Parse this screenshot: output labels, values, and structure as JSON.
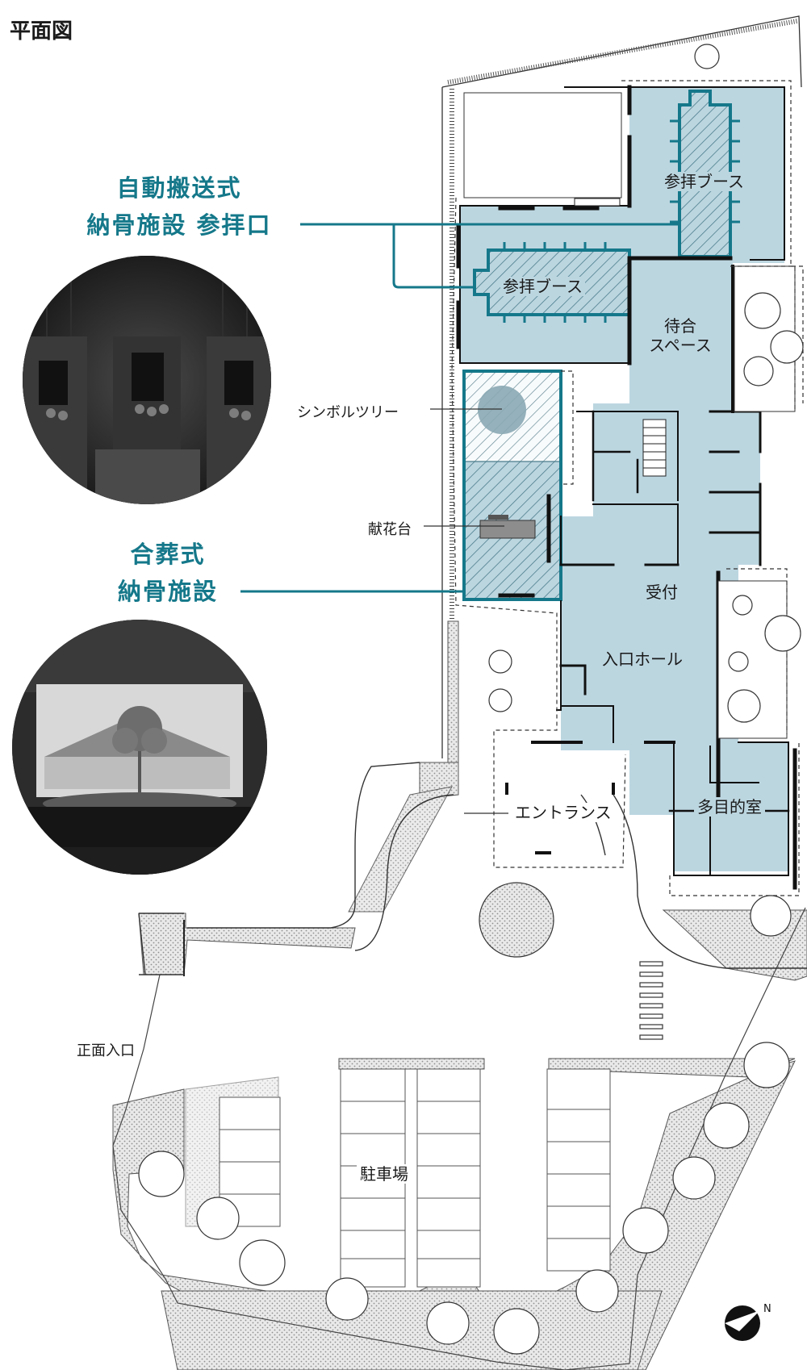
{
  "title": "平面図",
  "callouts": {
    "automatic": [
      "自動搬送式",
      "納骨施設 参拝口"
    ],
    "communal": [
      "合葬式",
      "納骨施設"
    ]
  },
  "rooms": {
    "booth_upper": "参拝ブース",
    "booth_lower": "参拝ブース",
    "waiting": [
      "待合",
      "スペース"
    ],
    "reception": "受付",
    "entrance_hall": "入口ホール",
    "entrance": "エントランス",
    "multipurpose": "多目的室",
    "parking": "駐車場"
  },
  "notes": {
    "symbol_tree": "シンボルツリー",
    "flower_stand": "献花台",
    "front_entrance": "正面入口"
  },
  "colors": {
    "accent": "#15788a",
    "room_fill": "#bcd6e0",
    "wall": "#111111",
    "landscape_dots": "#b9b9b9"
  },
  "icons": {
    "north_arrow": "north-arrow-icon",
    "tree": "tree-icon"
  }
}
